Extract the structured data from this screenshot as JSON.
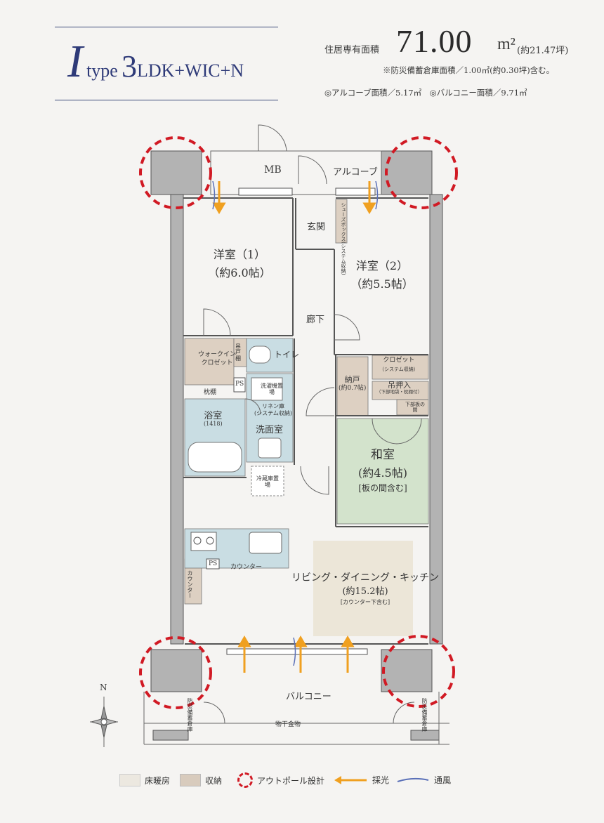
{
  "header": {
    "type_letter": "I",
    "type_word": "type",
    "type_big": "3",
    "type_rest": "LDK+WIC+N",
    "area_label": "住居専有面積",
    "area_value": "71.00",
    "area_unit": "m²",
    "area_tsubo": "(約21.47坪)",
    "note1": "※防災備蓄倉庫面積／1.00㎡(約0.30坪)含む。",
    "note2": "◎アルコーブ面積／5.17㎡　◎バルコニー面積／9.71㎡"
  },
  "rooms": {
    "mb": "MB",
    "alcove": "アルコーブ",
    "entrance": "玄関",
    "shoebox": "シューズボックス(システム収納)",
    "western1_name": "洋室（1）",
    "western1_size": "（約6.0帖）",
    "western2_name": "洋室（2）",
    "western2_size": "（約5.5帖）",
    "hallway": "廊下",
    "wic": "ウォークイン\nクロゼット",
    "wic_line1": "ウォークイン",
    "wic_line2": "クロゼット",
    "hanging": "吊戸棚",
    "toilet": "トイレ",
    "closet": "クロゼット",
    "closet_sub": "（システム収納）",
    "pillow": "枕棚",
    "ps": "PS",
    "washer": "洗濯機置場",
    "linen": "リネン庫",
    "linen_sub": "(システム収納)",
    "bath": "浴室",
    "bath_sub": "(1418)",
    "washroom": "洗面室",
    "storage_n": "納戸",
    "storage_n_size": "(約0.7帖)",
    "oshiire": "吊押入",
    "oshiire_sub": "（下部地袋・枕棚付）",
    "board": "下部板の間",
    "washitsu": "和室",
    "washitsu_size": "(約4.5帖)",
    "washitsu_note": "[板の間含む]",
    "fridge": "冷蔵庫置場",
    "counter": "カウンター",
    "counter_v": "カウンター",
    "ps2": "PS",
    "ldk_name": "リビング・ダイニング・キッチン",
    "ldk_size": "(約15.2帖)",
    "ldk_note": "[カウンター下含む]",
    "balcony": "バルコニー",
    "drying": "物干金物",
    "disaster_store": "防災備蓄倉庫"
  },
  "compass": {
    "n": "N"
  },
  "legend": {
    "floor_heat": "床暖房",
    "storage": "収納",
    "outpole": "アウトポール設計",
    "light": "採光",
    "wind": "通風"
  },
  "colors": {
    "floor_heat": "#ece8e0",
    "storage": "#d8cbbd",
    "wet": "#c9dde3",
    "tatami": "#d3e3cc",
    "wall": "#b0b0b0",
    "outpole": "#d11a24",
    "light": "#f0a020",
    "wind": "#5a70b8",
    "title": "#2e3a78"
  }
}
